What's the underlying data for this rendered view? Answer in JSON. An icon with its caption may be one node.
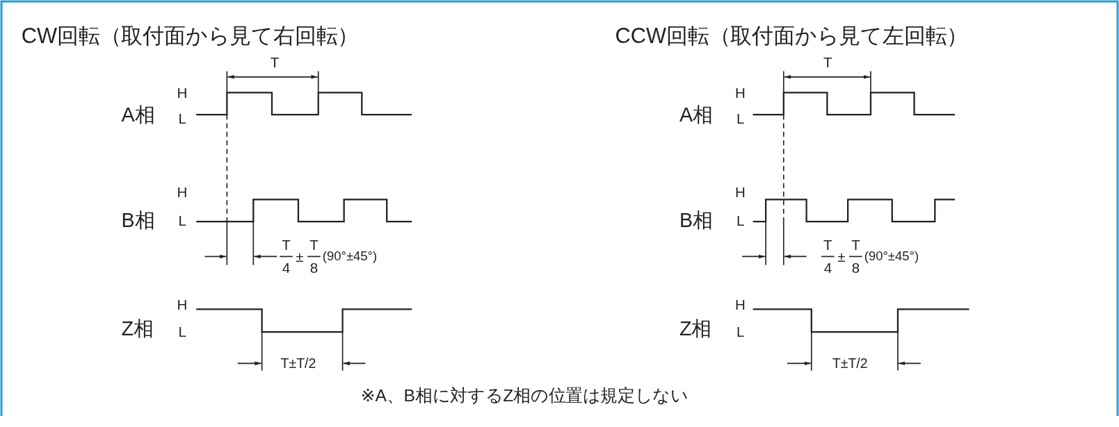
{
  "diagram": {
    "labels": [
      "CW回転（取付面から見て右回転）",
      "T",
      "A相",
      "H",
      "L",
      "B相",
      "H",
      "L",
      "T",
      "4",
      "±",
      "T",
      "8",
      "(90°±45°)",
      "Z相",
      "H",
      "L",
      "T±T/2",
      "CCW回転（取付面から見て左回転）",
      "T",
      "A相",
      "H",
      "L",
      "B相",
      "H",
      "L",
      "T",
      "4",
      "±",
      "T",
      "8",
      "(90°±45°)",
      "Z相",
      "H",
      "L",
      "T±T/2",
      "※A、B相に対するZ相の位置は規定しない"
    ]
  }
}
